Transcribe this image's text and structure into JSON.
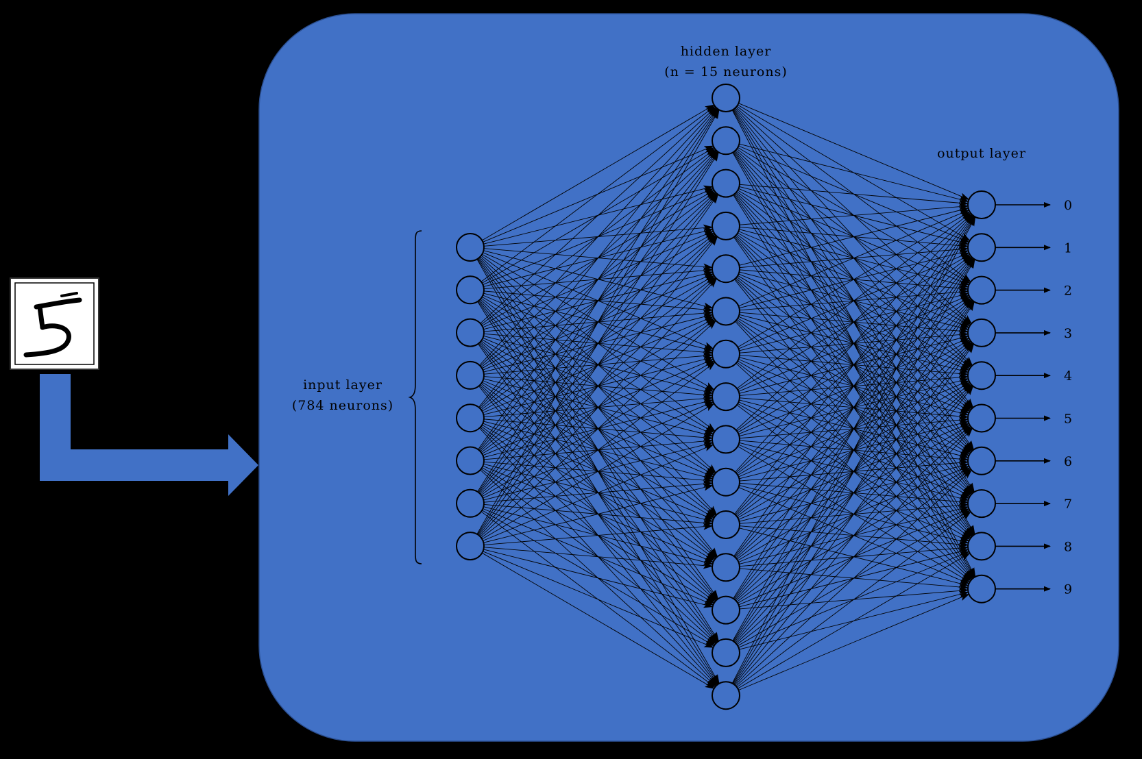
{
  "colors": {
    "background": "#000000",
    "panel": "#4171C6",
    "ink": "#000000",
    "digit_card": "#FFFFFF"
  },
  "input_image": {
    "icon": "handwritten-digit-5-icon"
  },
  "network": {
    "input_layer": {
      "label_line1": "input layer",
      "label_line2": "(784 neurons)",
      "neurons_drawn": 8
    },
    "hidden_layer": {
      "label_line1": "hidden layer",
      "label_line2": "(n = 15 neurons)",
      "neurons_drawn": 15
    },
    "output_layer": {
      "label": "output layer",
      "neurons_drawn": 10,
      "outputs": [
        "0",
        "1",
        "2",
        "3",
        "4",
        "5",
        "6",
        "7",
        "8",
        "9"
      ]
    }
  }
}
